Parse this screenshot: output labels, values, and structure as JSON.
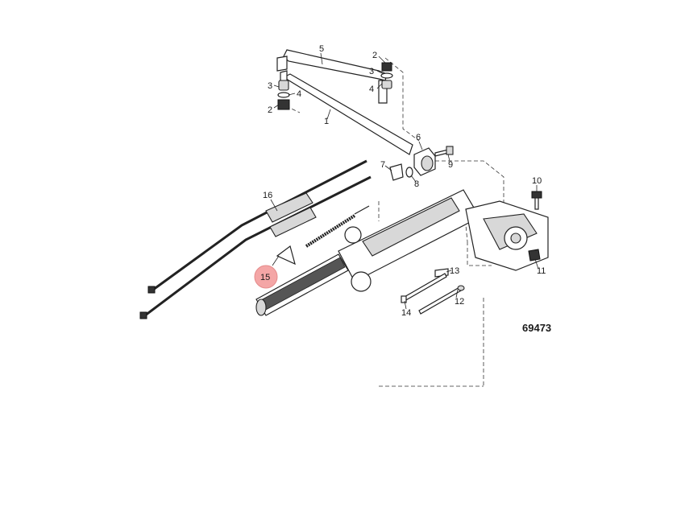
{
  "figure_number": "69473",
  "highlight": {
    "label": "15",
    "color": "#f4a6a6"
  },
  "callouts": [
    "1",
    "2",
    "2",
    "3",
    "3",
    "4",
    "4",
    "5",
    "6",
    "7",
    "8",
    "9",
    "10",
    "11",
    "12",
    "13",
    "14",
    "16"
  ]
}
